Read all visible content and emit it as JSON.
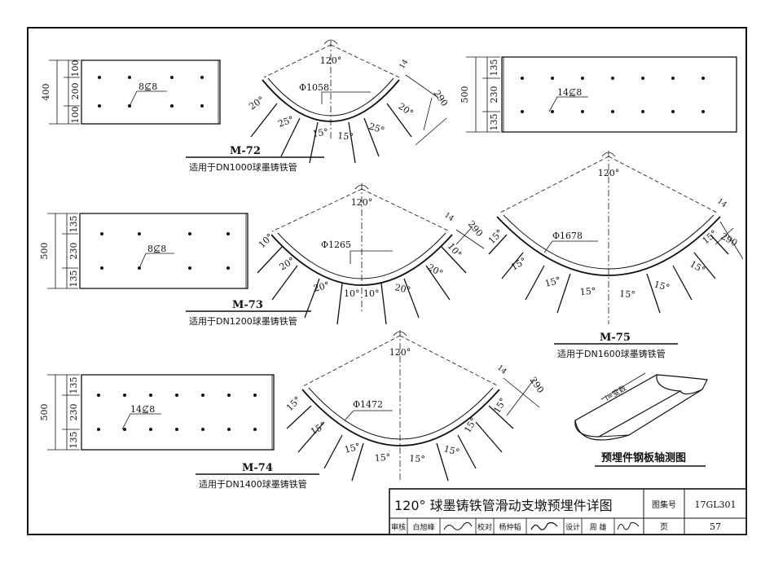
{
  "panels": {
    "m72": {
      "code": "M-72",
      "desc": "适用于DN1000球墨铸铁管",
      "angle": "120°",
      "dia": "Φ1058",
      "len": "290",
      "thick": "14",
      "rebar": "8⊈8",
      "seg_labels": [
        "20°",
        "25°",
        "15°",
        "15°",
        "25°",
        "20°"
      ],
      "dims": [
        "100",
        "200",
        "100"
      ],
      "total": "400"
    },
    "m73": {
      "code": "M-73",
      "desc": "适用于DN1200球墨铸铁管",
      "angle": "120°",
      "dia": "Φ1265",
      "len": "290",
      "thick": "14",
      "rebar": "8⊈8",
      "seg_labels": [
        "10°",
        "20°",
        "20°",
        "10°",
        "10°",
        "20°",
        "20°",
        "10°"
      ],
      "dims": [
        "135",
        "230",
        "135"
      ],
      "total": "500"
    },
    "m74": {
      "code": "M-74",
      "desc": "适用于DN1400球墨铸铁管",
      "angle": "120°",
      "dia": "Φ1472",
      "len": "290",
      "thick": "14",
      "rebar": "14⊈8",
      "seg_labels": [
        "15°",
        "15°",
        "15°",
        "15°",
        "15°",
        "15°",
        "15°",
        "15°"
      ],
      "dims": [
        "135",
        "230",
        "135"
      ],
      "total": "500"
    },
    "m75": {
      "code": "M-75",
      "desc": "适用于DN1600球墨铸铁管",
      "angle": "120°",
      "dia": "Φ1678",
      "len": "290",
      "thick": "14",
      "rebar": "14⊈8",
      "seg_labels": [
        "15°",
        "15°",
        "15°",
        "15°",
        "15°",
        "15°",
        "15°",
        "15°"
      ],
      "dims": [
        "135",
        "230",
        "135"
      ],
      "total": "500"
    }
  },
  "axono": {
    "caption": "预埋件钢板轴测图",
    "note": "i=变数"
  },
  "titleblock": {
    "title": "120° 球墨铸铁管滑动支墩预埋件详图",
    "atlas_label": "图集号",
    "atlas_no": "17GL301",
    "page_label": "页",
    "page_no": "57",
    "review_label": "审核",
    "review_name": "白旭峰",
    "check_label": "校对",
    "check_name": "杨仲韬",
    "design_label": "设计",
    "design_name": "周 雄"
  }
}
